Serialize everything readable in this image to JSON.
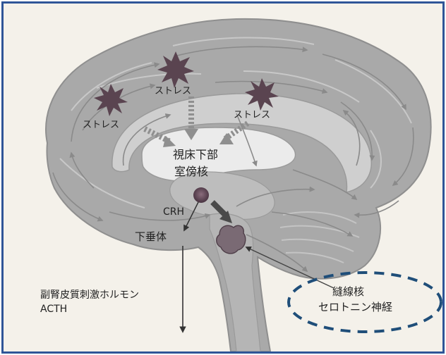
{
  "diagram": {
    "colors": {
      "border": "#2f5597",
      "background": "#f4f1ea",
      "brain": "#a9a9a9",
      "brain_light": "#cfcfcf",
      "ventricle": "#ebebeb",
      "star": "#5a4450",
      "nucleus": "#6e5a66",
      "raphe": "#7a6a74",
      "arrow": "#8a8a8a",
      "dark_arrow": "#444444",
      "highlight": "#1f4e79"
    },
    "labels": {
      "stress_top": "ストレス",
      "stress_left": "ストレス",
      "stress_right": "ストレス",
      "hypothalamus_line1": "視床下部",
      "hypothalamus_line2": "室傍核",
      "crh": "CRH",
      "pituitary": "下垂体",
      "acth_line1": "副腎皮質刺激ホルモン",
      "acth_line2": "ACTH",
      "raphe_line1": "縫線核",
      "raphe_line2": "セロトニン神経"
    },
    "icons": [
      "stress-star-icon",
      "arrow-icon",
      "dashed-arrow-icon"
    ]
  }
}
